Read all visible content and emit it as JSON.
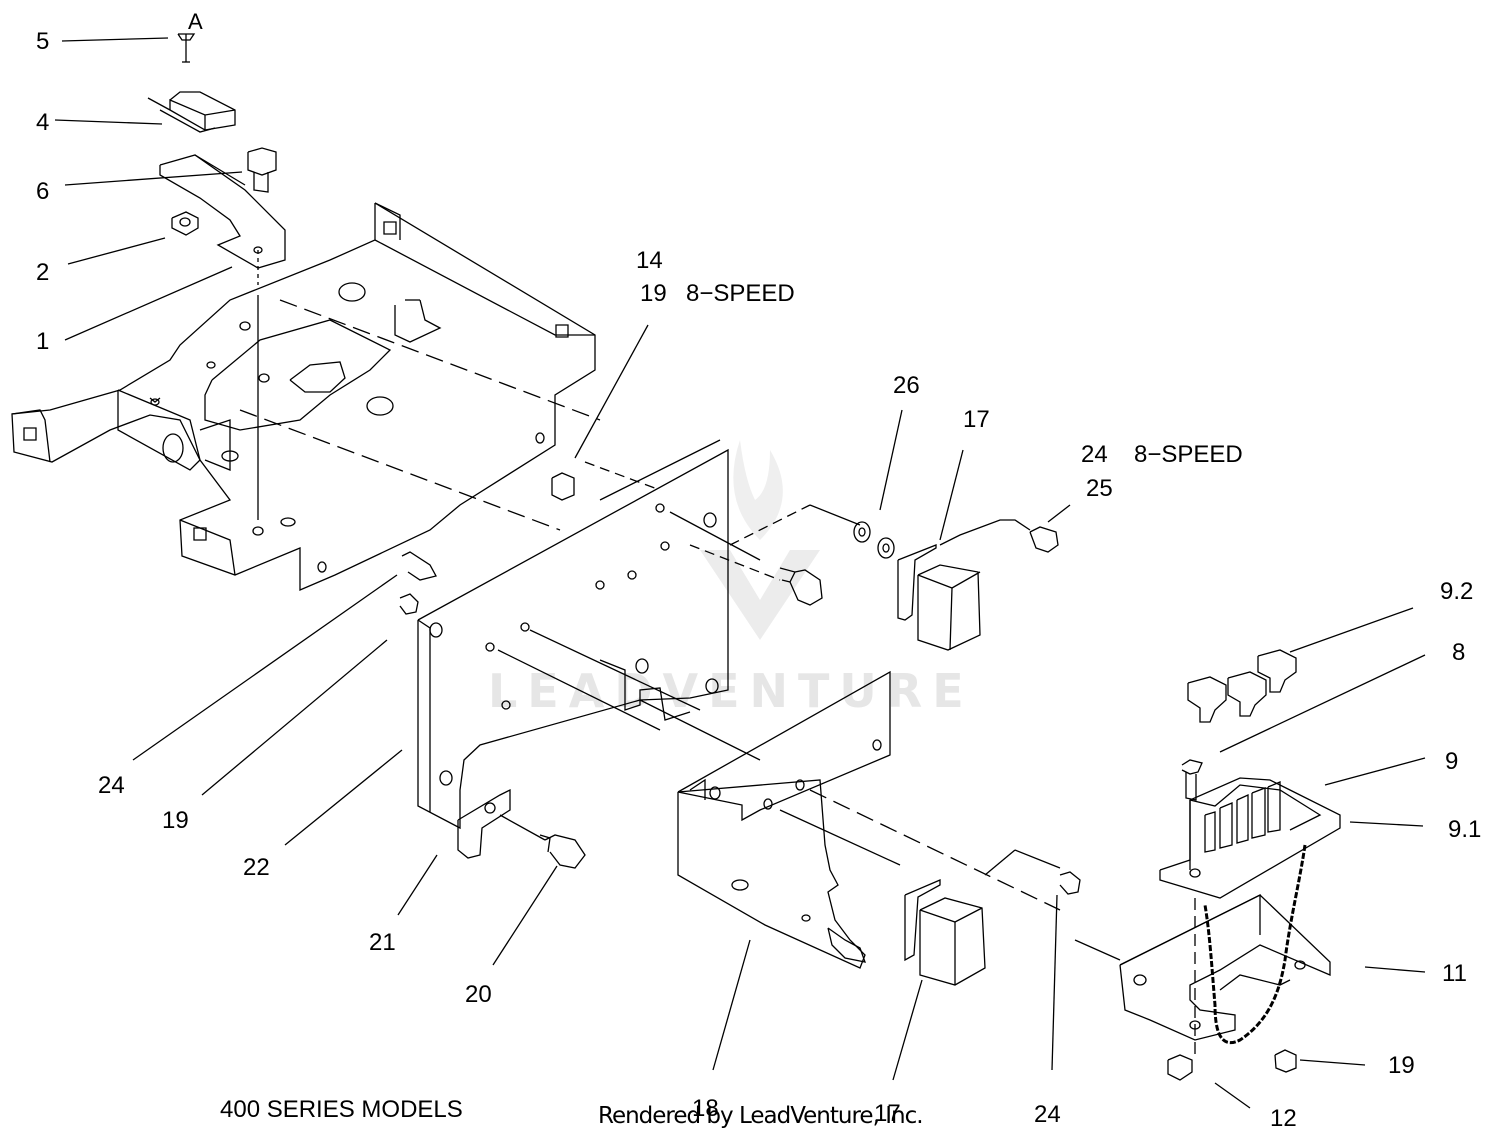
{
  "callouts": {
    "c5": "5",
    "cA": "A",
    "c4": "4",
    "c6": "6",
    "c2": "2",
    "c1": "1",
    "c14": "14",
    "c19a": "19",
    "c8speed_a": "8−SPEED",
    "c26": "26",
    "c17a": "17",
    "c24a": "24",
    "c8speed_b": "8−SPEED",
    "c25": "25",
    "c92": "9.2",
    "c8": "8",
    "c9": "9",
    "c91": "9.1",
    "c11": "11",
    "c19c": "19",
    "c12": "12",
    "c24b": "24",
    "c19b": "19",
    "c22": "22",
    "c21": "21",
    "c20": "20",
    "c18": "18",
    "c17b": "17",
    "c24c": "24"
  },
  "caption": "400 SERIES MODELS",
  "credit": "Rendered by LeadVenture, Inc.",
  "watermark": "LEADVENTURE"
}
